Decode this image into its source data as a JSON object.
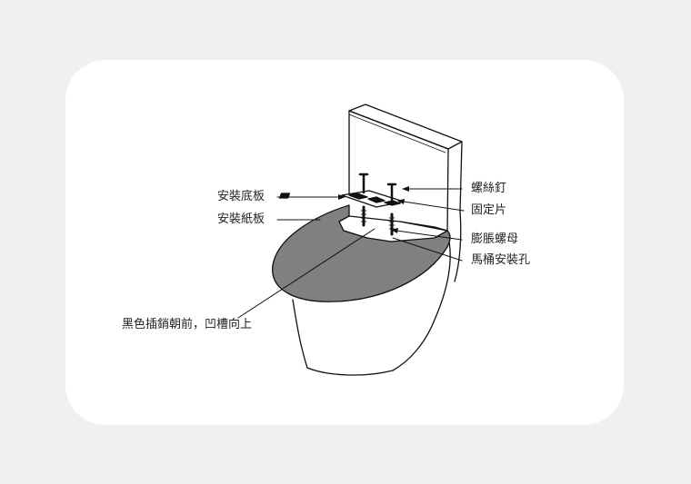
{
  "labels": {
    "install_base_plate": "安裝底板",
    "install_paper_plate": "安裝紙板",
    "screw": "螺絲釘",
    "fixing_piece": "固定片",
    "expansion_nut": "膨脹螺母",
    "toilet_install_hole": "馬桶安裝孔",
    "pin_instruction": "黑色插銷朝前，凹槽向上"
  },
  "colors": {
    "background": "#f0f0f0",
    "card": "#ffffff",
    "line": "#111111",
    "seat_fill": "#808080"
  }
}
